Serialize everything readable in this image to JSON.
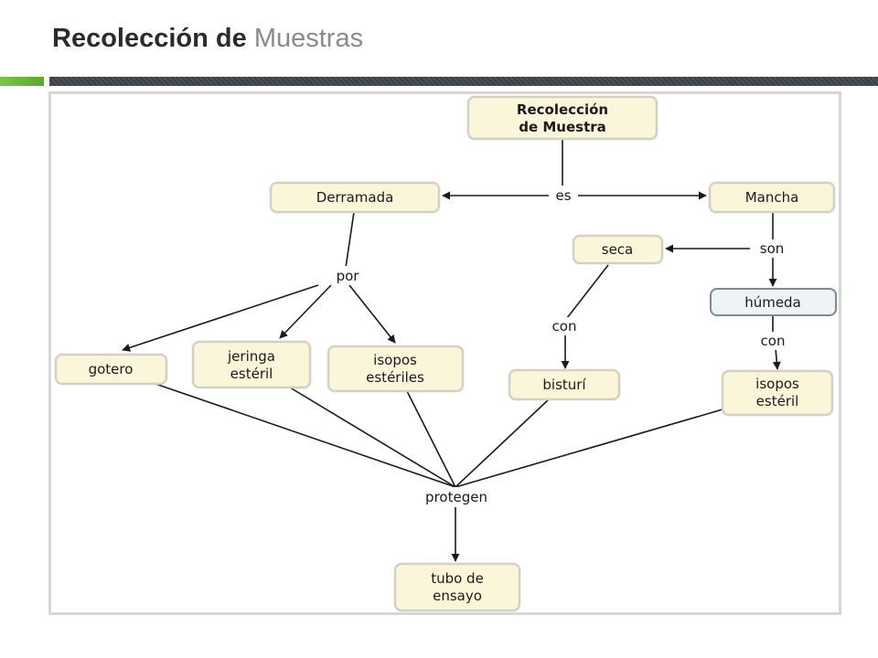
{
  "slide": {
    "title_bold": "Recolección de",
    "title_light": "Muestras"
  },
  "diagram": {
    "root": [
      "Recolección",
      "de Muestra"
    ],
    "nodes": {
      "derramada": [
        "Derramada"
      ],
      "mancha": [
        "Mancha"
      ],
      "seca": [
        "seca"
      ],
      "humeda": [
        "húmeda"
      ],
      "gotero": [
        "gotero"
      ],
      "jeringa": [
        "jeringa",
        "estéril"
      ],
      "isopos_esteriles": [
        "isopos",
        "estériles"
      ],
      "bisturi": [
        "bisturí"
      ],
      "isopos_esteril": [
        "isopos",
        "estéril"
      ],
      "tubo": [
        "tubo de",
        "ensayo"
      ]
    },
    "links": {
      "es": "es",
      "por": "por",
      "son": "son",
      "con_seca": "con",
      "con_humeda": "con",
      "protegen": "protegen"
    },
    "colors": {
      "node_fill": "#fbf6d9",
      "node_border": "#d3d0c4",
      "highlight_fill": "#eef3f6",
      "line": "#1a1a1a"
    }
  }
}
